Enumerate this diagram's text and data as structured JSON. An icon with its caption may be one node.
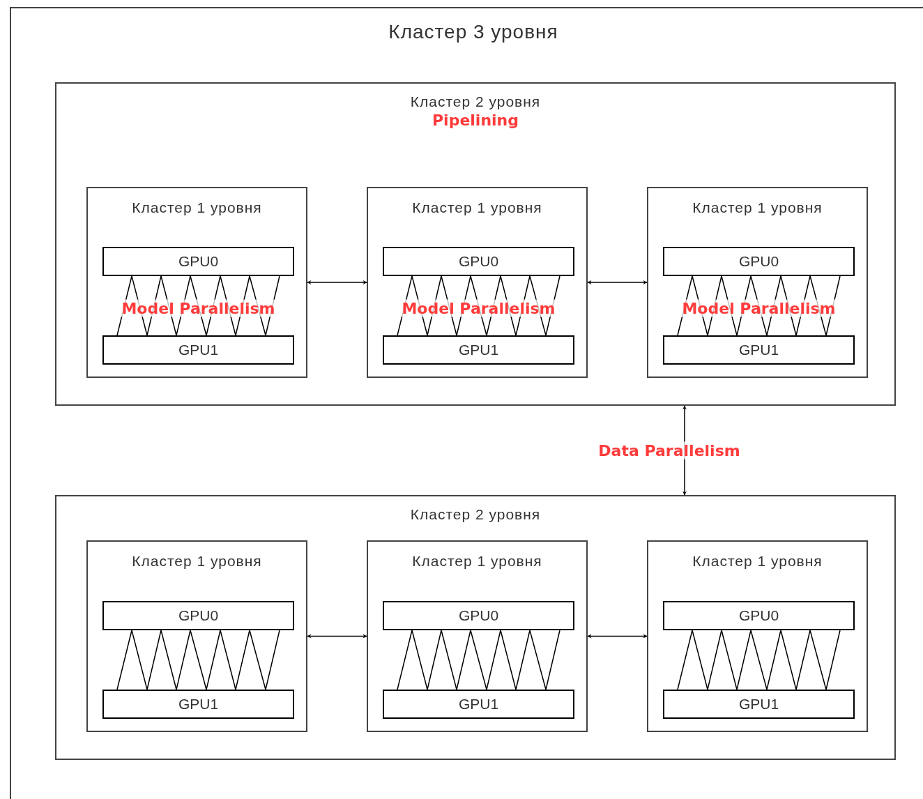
{
  "diagram": {
    "nodes": [
      {
        "text": [
          "Кластер 3 уровня"
        ]
      },
      {
        "text": [
          "Кластер 2 уровня",
          "Pipelining"
        ],
        "in": 0
      },
      {
        "text": [
          "Кластер 1 уровня"
        ],
        "in": 1
      },
      {
        "text": [
          "GPU0"
        ],
        "in": 2
      },
      {
        "text": [
          "GPU1"
        ],
        "in": 2
      },
      {
        "text": [
          "Кластер 1 уровня"
        ],
        "in": 1
      },
      {
        "text": [
          "GPU0"
        ],
        "in": 5
      },
      {
        "text": [
          "GPU1"
        ],
        "in": 5
      },
      {
        "text": [
          "Кластер 1 уровня"
        ],
        "in": 1
      },
      {
        "text": [
          "GPU0"
        ],
        "in": 8
      },
      {
        "text": [
          "GPU1"
        ],
        "in": 8
      },
      {
        "text": [
          "Кластер 2 уровня"
        ],
        "in": 0
      },
      {
        "text": [
          "Кластер 1 уровня"
        ],
        "in": 11
      },
      {
        "text": [
          "GPU0"
        ],
        "in": 12
      },
      {
        "text": [
          "GPU1"
        ],
        "in": 12
      },
      {
        "text": [
          "Кластер 1 уровня"
        ],
        "in": 11
      },
      {
        "text": [
          "GPU0"
        ],
        "in": 15
      },
      {
        "text": [
          "GPU1"
        ],
        "in": 15
      },
      {
        "text": [
          "Кластер 1 уровня"
        ],
        "in": 11
      },
      {
        "text": [
          "GPU0"
        ],
        "in": 18
      },
      {
        "text": [
          "GPU1"
        ],
        "in": 18
      }
    ],
    "edges": [
      {
        "from": 3,
        "to": 4,
        "arrow": "none",
        "label": "Model Parallelism"
      },
      {
        "from": 6,
        "to": 7,
        "arrow": "none",
        "label": "Model Parallelism"
      },
      {
        "from": 9,
        "to": 10,
        "arrow": "none",
        "label": "Model Parallelism"
      },
      {
        "from": 2,
        "to": 5,
        "arrow": "both"
      },
      {
        "from": 5,
        "to": 8,
        "arrow": "both"
      },
      {
        "from": 1,
        "to": 11,
        "arrow": "both",
        "label": "Data Parallelism"
      },
      {
        "from": 13,
        "to": 14,
        "arrow": "none"
      },
      {
        "from": 16,
        "to": 17,
        "arrow": "none"
      },
      {
        "from": 19,
        "to": 20,
        "arrow": "none"
      },
      {
        "from": 12,
        "to": 15,
        "arrow": "both"
      },
      {
        "from": 15,
        "to": 18,
        "arrow": "both"
      }
    ]
  }
}
